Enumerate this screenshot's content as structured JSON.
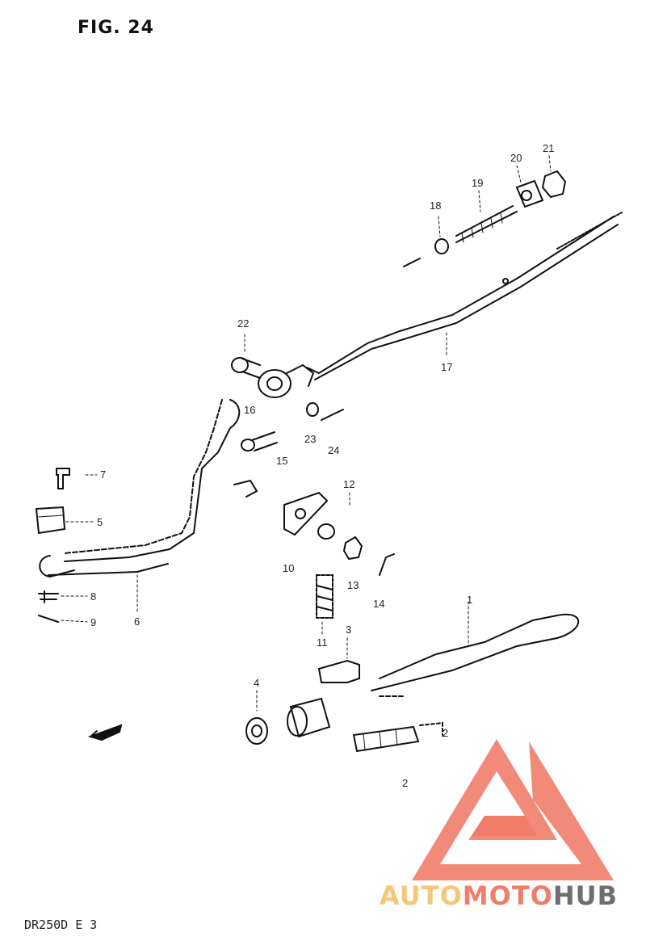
{
  "figure": {
    "title": "FIG. 24",
    "model_code": "DR250D E 3"
  },
  "watermark": {
    "part1": "AUTO",
    "part2": "MOTO",
    "part3": "HUB",
    "colors": {
      "auto": "#f5c77a",
      "moto": "#f07d6a",
      "hub": "#6e6e6e",
      "mark": "#f07d6a"
    }
  },
  "fwd_label": "FWD",
  "callouts": [
    {
      "id": "c1",
      "text": "1"
    },
    {
      "id": "c2a",
      "text": "2"
    },
    {
      "id": "c2b",
      "text": "2"
    },
    {
      "id": "c3",
      "text": "3"
    },
    {
      "id": "c4",
      "text": "4"
    },
    {
      "id": "c5",
      "text": "5"
    },
    {
      "id": "c6",
      "text": "6"
    },
    {
      "id": "c7",
      "text": "7"
    },
    {
      "id": "c8",
      "text": "8"
    },
    {
      "id": "c9",
      "text": "9"
    },
    {
      "id": "c10",
      "text": "10"
    },
    {
      "id": "c11",
      "text": "11"
    },
    {
      "id": "c12",
      "text": "12"
    },
    {
      "id": "c13",
      "text": "13"
    },
    {
      "id": "c14",
      "text": "14"
    },
    {
      "id": "c15",
      "text": "15"
    },
    {
      "id": "c16",
      "text": "16"
    },
    {
      "id": "c17",
      "text": "17"
    },
    {
      "id": "c18",
      "text": "18"
    },
    {
      "id": "c19",
      "text": "19"
    },
    {
      "id": "c20",
      "text": "20"
    },
    {
      "id": "c21",
      "text": "21"
    },
    {
      "id": "c22",
      "text": "22"
    },
    {
      "id": "c23",
      "text": "23"
    },
    {
      "id": "c24",
      "text": "24"
    }
  ]
}
